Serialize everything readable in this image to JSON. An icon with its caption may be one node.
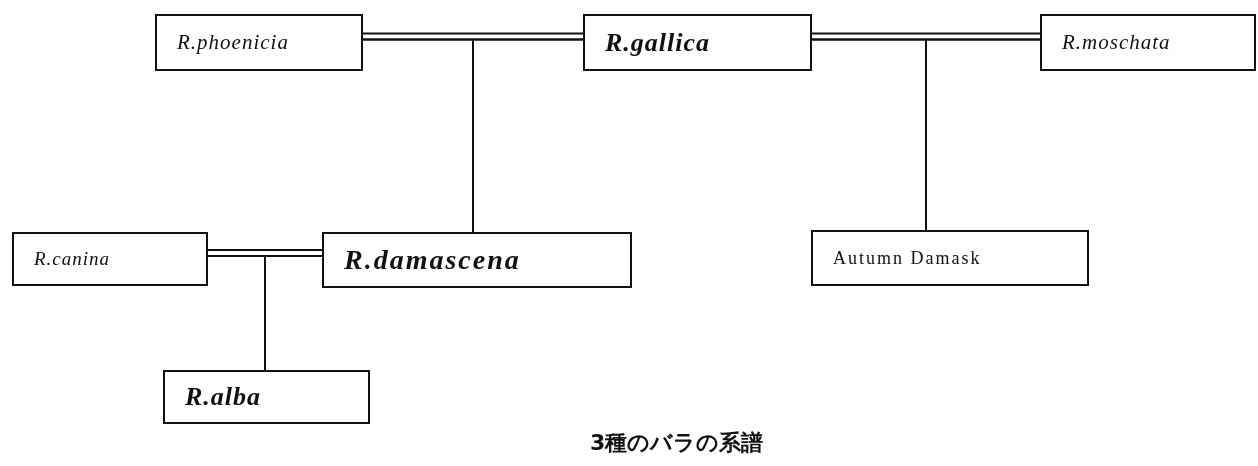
{
  "diagram": {
    "caption": "3種のバラの系譜",
    "nodes": [
      {
        "text": [
          "R.phoenicia"
        ]
      },
      {
        "text": [
          "R.gallica"
        ]
      },
      {
        "text": [
          "R.moschata"
        ]
      },
      {
        "text": [
          "R.canina"
        ]
      },
      {
        "text": [
          "R.damascena"
        ]
      },
      {
        "text": [
          "Autumn Damask"
        ]
      },
      {
        "text": [
          "R.alba"
        ]
      }
    ],
    "edges": [
      {
        "from": 0,
        "to": 1,
        "arrow": "none"
      },
      {
        "from": 0,
        "to": 4,
        "arrow": "none"
      },
      {
        "from": 1,
        "to": 4,
        "arrow": "none"
      },
      {
        "from": 1,
        "to": 2,
        "arrow": "none"
      },
      {
        "from": 1,
        "to": 5,
        "arrow": "none"
      },
      {
        "from": 2,
        "to": 5,
        "arrow": "none"
      },
      {
        "from": 3,
        "to": 4,
        "arrow": "none"
      },
      {
        "from": 3,
        "to": 6,
        "arrow": "none"
      },
      {
        "from": 4,
        "to": 6,
        "arrow": "none"
      }
    ]
  }
}
